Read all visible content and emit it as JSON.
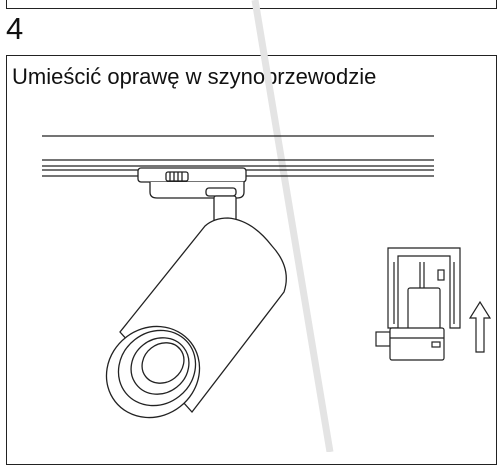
{
  "step": {
    "number": "4",
    "caption": "Umieścić oprawę w szynoprzewodzie"
  },
  "illustration": {
    "main": "track-spotlight-drawing",
    "detail": "track-adapter-cross-section",
    "direction": "up-arrow-icon"
  }
}
